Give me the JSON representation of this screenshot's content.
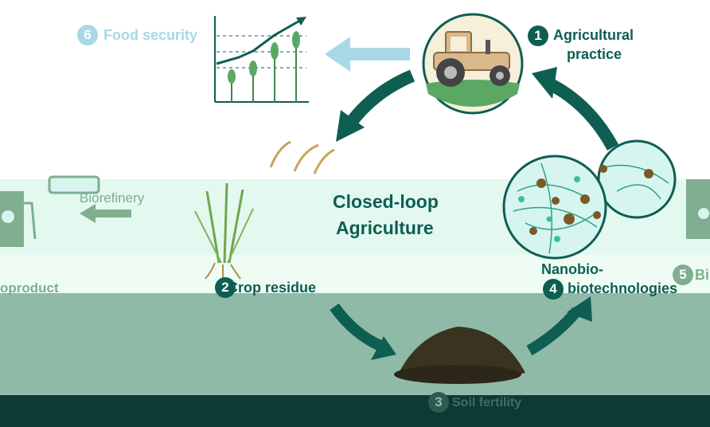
{
  "center": {
    "line1": "Closed-loop",
    "line2": "Agriculture"
  },
  "nodes": [
    {
      "num": "1",
      "label1": "Agricultural",
      "label2": "practice"
    },
    {
      "num": "2",
      "label1": "Crop residue"
    },
    {
      "num": "3",
      "label1": "Soil fertility"
    },
    {
      "num": "4",
      "label1": "Nanobio-",
      "label2": "biotechnologies"
    },
    {
      "num": "5",
      "label1": "Bi"
    },
    {
      "num": "6",
      "label1": "Food security"
    }
  ],
  "side": {
    "biorefinery": "Biorefinery",
    "byproduct": "oproduct"
  },
  "colors": {
    "teal": "#0e5e52",
    "lightblue": "#a8d8e6",
    "sage": "#7fae90",
    "soil": "#3a3320"
  },
  "icons": [
    "tractor-icon",
    "growth-chart-icon",
    "rice-plant-icon",
    "soil-pile-icon",
    "nano-network-icon",
    "fuel-pump-icon"
  ]
}
